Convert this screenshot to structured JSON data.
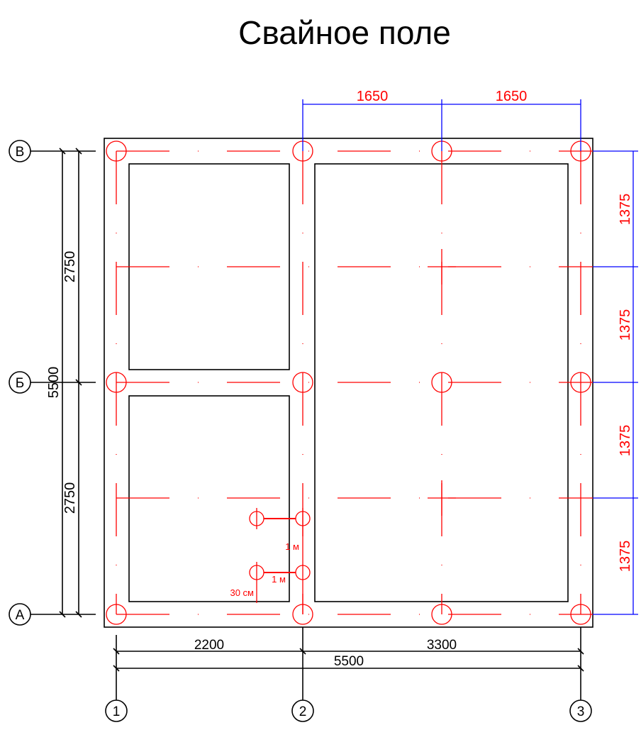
{
  "title": "Свайное поле",
  "axes": {
    "rows": [
      "В",
      "Б",
      "А"
    ],
    "columns": [
      "1",
      "2",
      "3"
    ]
  },
  "dimensions": {
    "top": [
      "1650",
      "1650"
    ],
    "right": [
      "1375",
      "1375",
      "1375",
      "1375"
    ],
    "left_total": "5500",
    "left_parts": [
      "2750",
      "2750"
    ],
    "bottom_parts": [
      "2200",
      "3300"
    ],
    "bottom_total": "5500"
  },
  "annotations": {
    "vertical_spacing": "1 м",
    "horizontal_spacing": "1 м",
    "offset": "30 см"
  },
  "colors": {
    "piles": "#ff0000",
    "dimensions_blue": "#0000ff",
    "outline": "#000000"
  }
}
